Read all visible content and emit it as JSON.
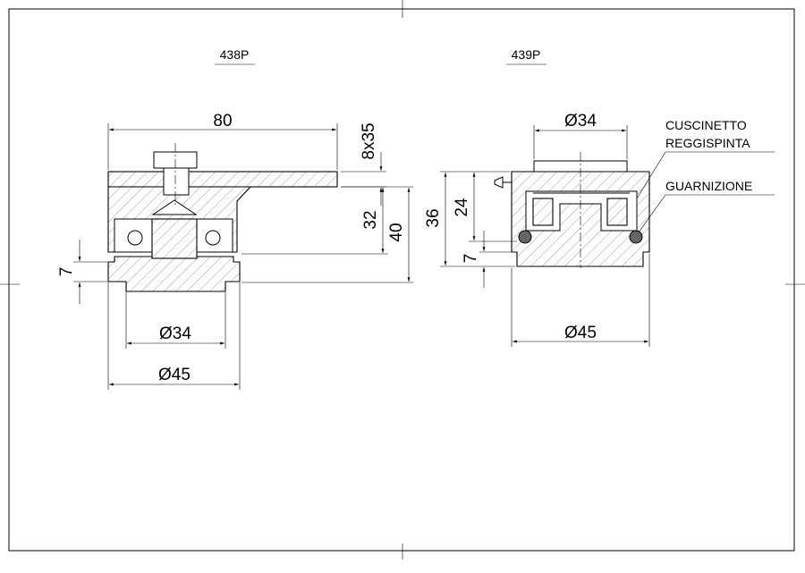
{
  "drawing": {
    "views": [
      {
        "code": "438P"
      },
      {
        "code": "439P"
      }
    ],
    "dimensions_438P": {
      "width_plate": "80",
      "bolt": "8x35",
      "height_32": "32",
      "height_40": "40",
      "height_7": "7",
      "dia_inner": "Ø34",
      "dia_outer": "Ø45"
    },
    "dimensions_439P": {
      "dia_top": "Ø34",
      "height_36": "36",
      "height_24": "24",
      "height_7": "7",
      "dia_outer": "Ø45"
    },
    "callouts": {
      "bearing_line1": "CUSCINETTO",
      "bearing_line2": "REGGISPINTA",
      "seal": "GUARNIZIONE"
    }
  }
}
